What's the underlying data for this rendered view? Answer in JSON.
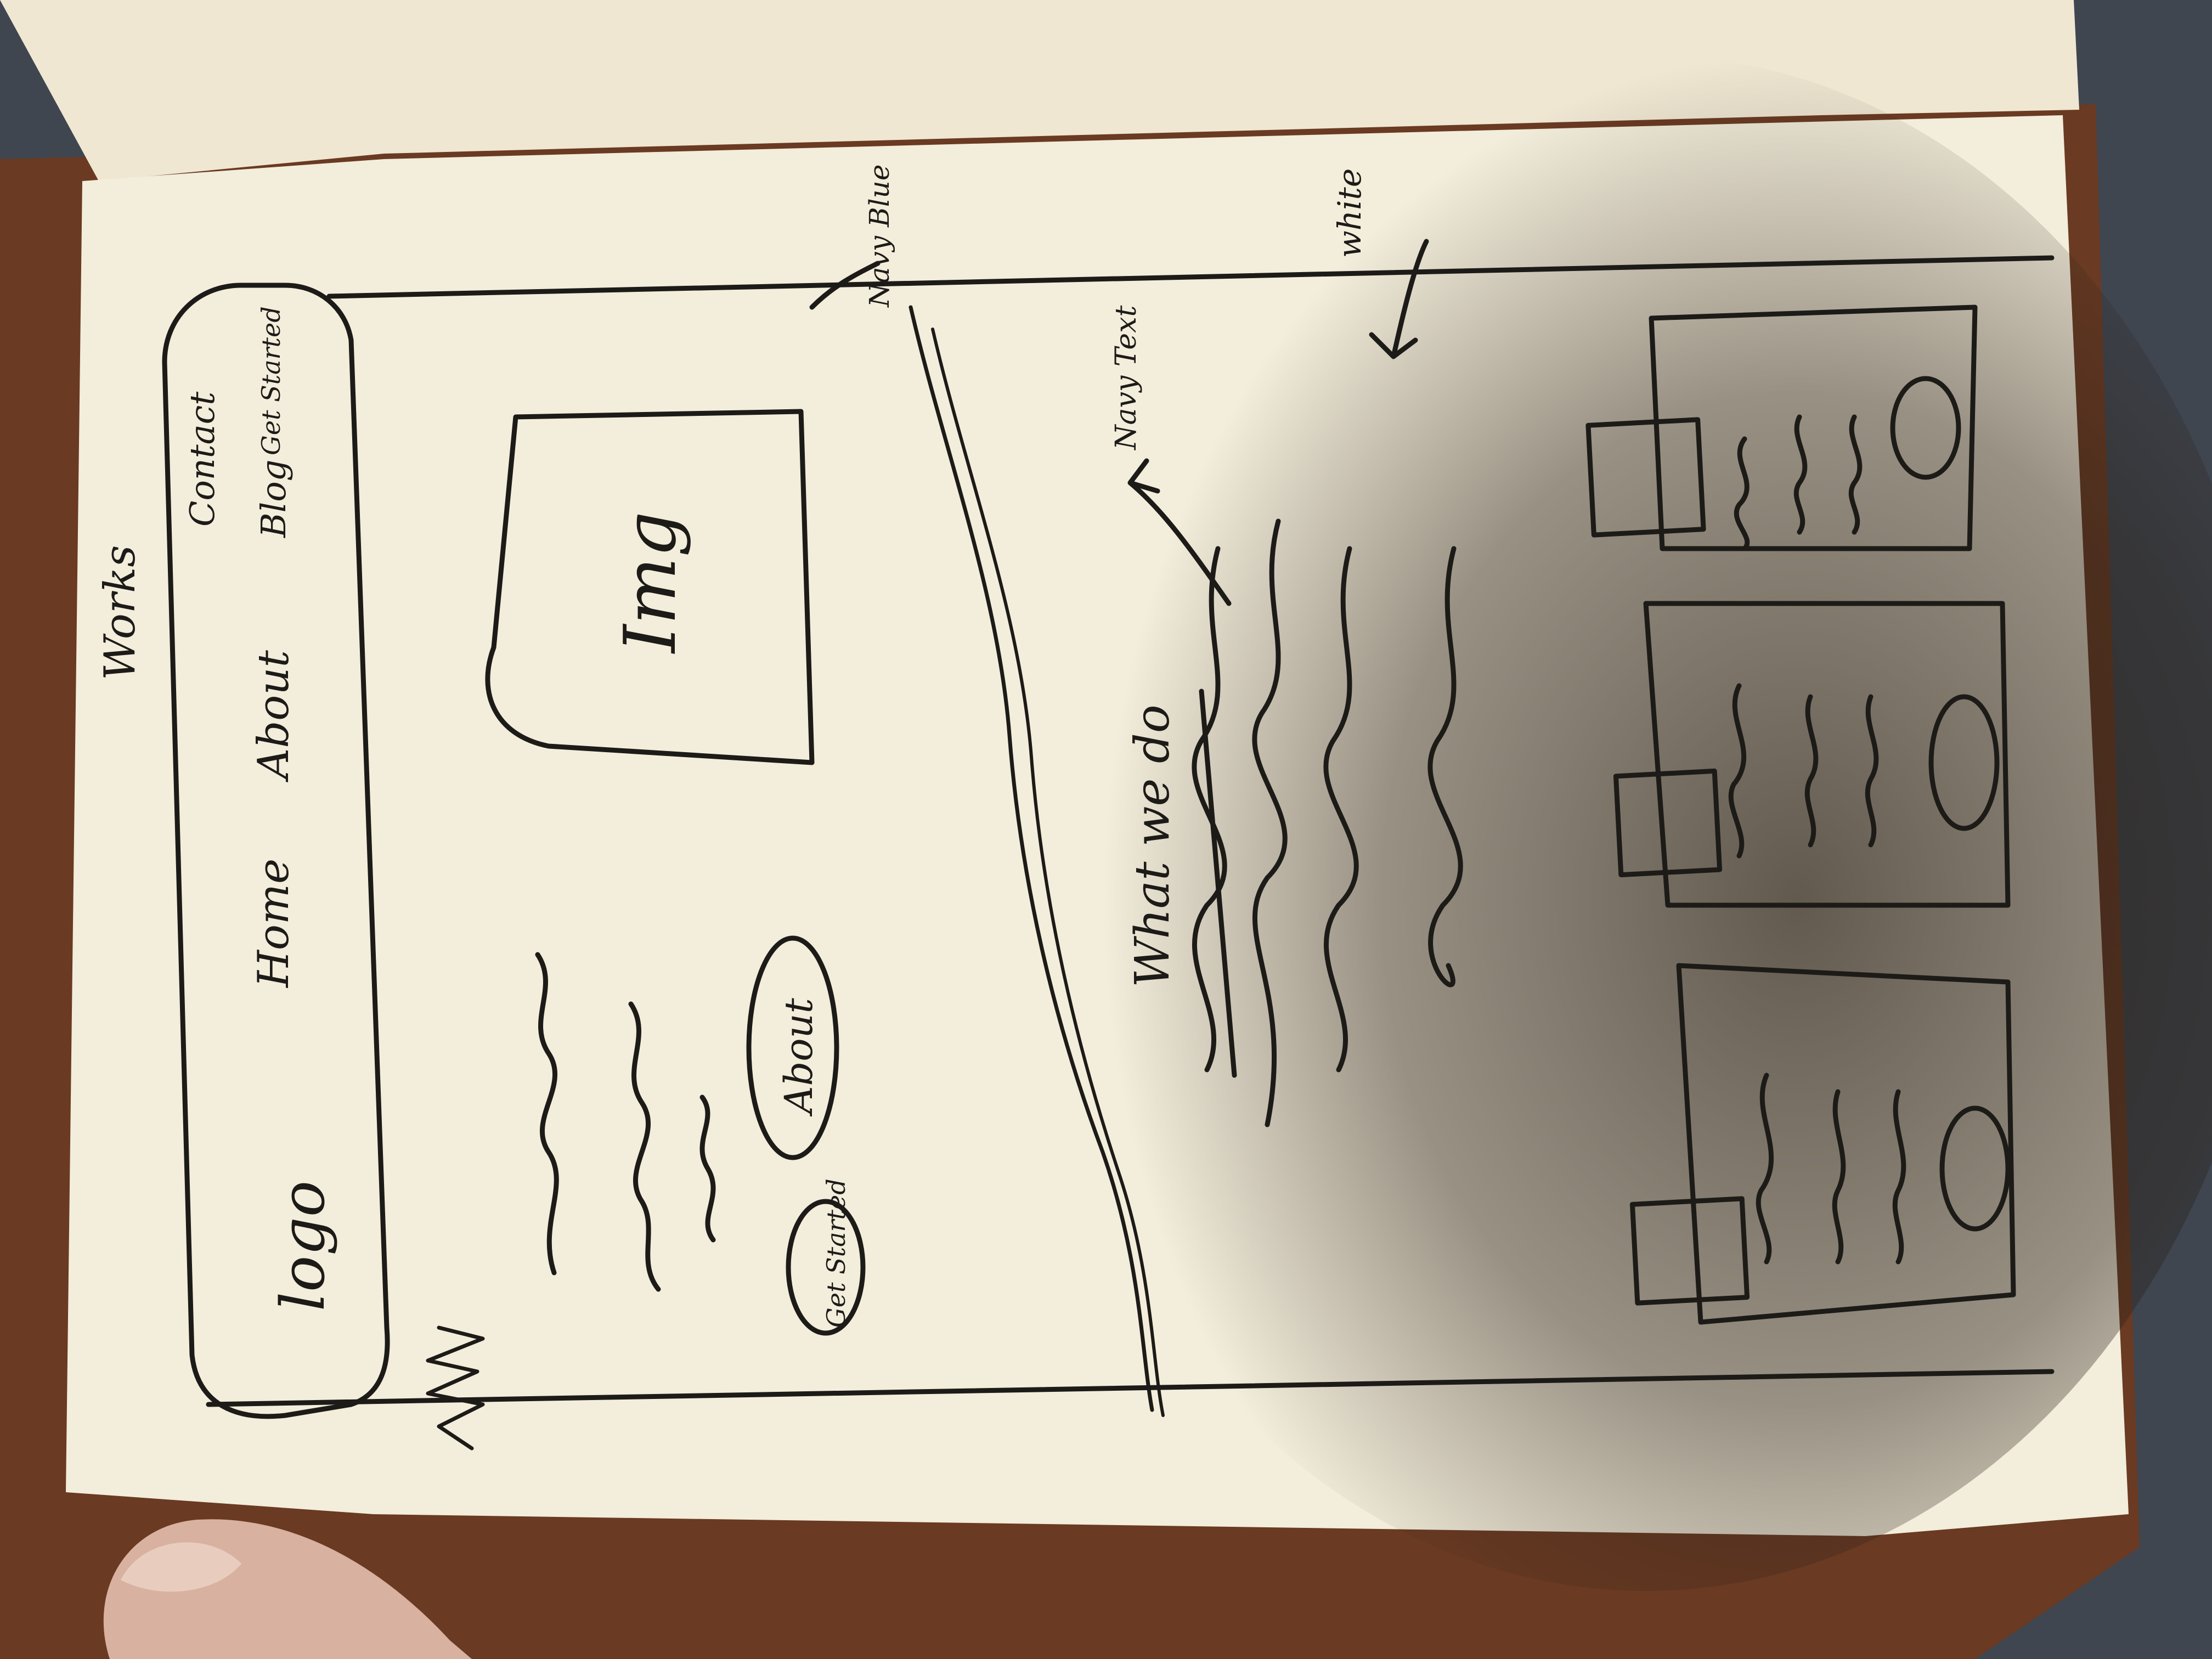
{
  "photo": {
    "subject": "hand-drawn website wireframe sketch in an open notebook",
    "orientation": "rotated 90 degrees clockwise"
  },
  "colors": {
    "background_fabric": "#3f4650",
    "leather_cover": "#6a3a22",
    "page": "#f3eddb",
    "ink": "#1d1b18",
    "shadow": "rgba(40,32,24,0.55)",
    "thumb": "#d9b1a0"
  },
  "sketch": {
    "nav": {
      "logo": "logo",
      "items": [
        "Home",
        "About",
        "Works",
        "Blog",
        "Contact"
      ],
      "cta": "Get Started"
    },
    "hero": {
      "image_label": "Img",
      "buttons": [
        "Get Started",
        "About"
      ]
    },
    "annotations": {
      "hero_bg": "Navy Blue",
      "section_bg": "white",
      "section_text": "Navy Text"
    },
    "section": {
      "heading": "What we do"
    },
    "cards_count": 3
  }
}
